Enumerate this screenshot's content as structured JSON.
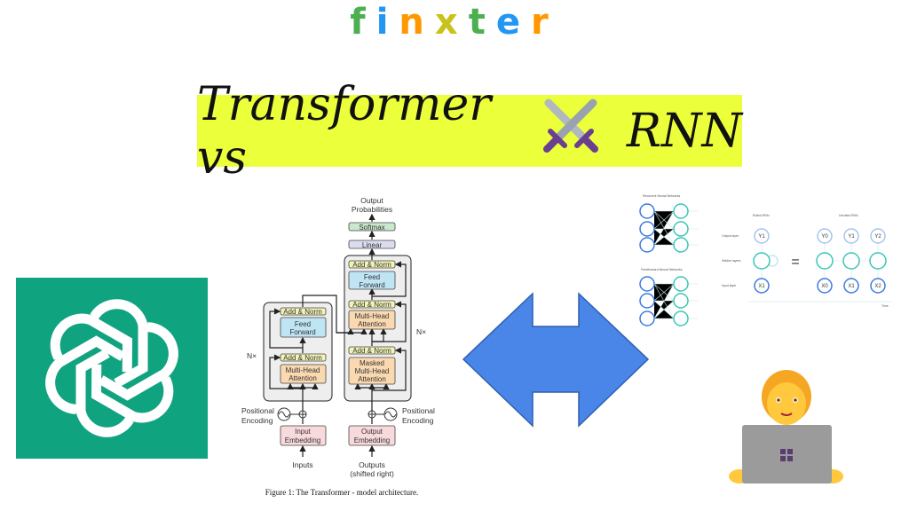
{
  "logo": {
    "letters": [
      "f",
      "i",
      "n",
      "x",
      "t",
      "e",
      "r"
    ],
    "colors": [
      "#4caf50",
      "#2196f3",
      "#ff9800",
      "#c9c21a",
      "#4caf50",
      "#2196f3",
      "#ff9800"
    ]
  },
  "title": {
    "left": "Transformer vs",
    "icon": "crossed-swords-icon",
    "right": "RNN",
    "background": "#ebff3b"
  },
  "chatgpt_logo": {
    "icon": "openai-logo-icon",
    "background": "#10a37f"
  },
  "transformer": {
    "output_probabilities": [
      "Output",
      "Probabilities"
    ],
    "softmax": "Softmax",
    "linear": "Linear",
    "add_norm": "Add & Norm",
    "feed_forward": [
      "Feed",
      "Forward"
    ],
    "multi_head_attention": [
      "Multi-Head",
      "Attention"
    ],
    "masked_attention": [
      "Masked",
      "Multi-Head",
      "Attention"
    ],
    "nx": "N×",
    "positional_encoding": [
      "Positional",
      "Encoding"
    ],
    "input_embedding": [
      "Input",
      "Embedding"
    ],
    "output_embedding": [
      "Output",
      "Embedding"
    ],
    "inputs": "Inputs",
    "outputs": [
      "Outputs",
      "(shifted right)"
    ],
    "caption": "Figure 1: The Transformer - model architecture."
  },
  "arrow": {
    "icon": "double-arrow-icon",
    "color": "#4a86e8"
  },
  "rnn": {
    "recurrent_title": "Recurrent Neural Networks",
    "feedforward_title": "Feedforward Neural Networks",
    "rolled_title": "Rolled RNN",
    "unrolled_title": "Unrolled RNN",
    "layers": [
      "Output layer",
      "Hidden layers",
      "Input layer"
    ],
    "rolled_y": "Y1",
    "rolled_x": "X1",
    "unrolled_y": [
      "Y0",
      "Y1",
      "Y2"
    ],
    "unrolled_x": [
      "X0",
      "X1",
      "X2"
    ],
    "equals": "=",
    "time": "Time"
  },
  "coder_emoji": {
    "icon": "technologist-emoji-icon"
  }
}
